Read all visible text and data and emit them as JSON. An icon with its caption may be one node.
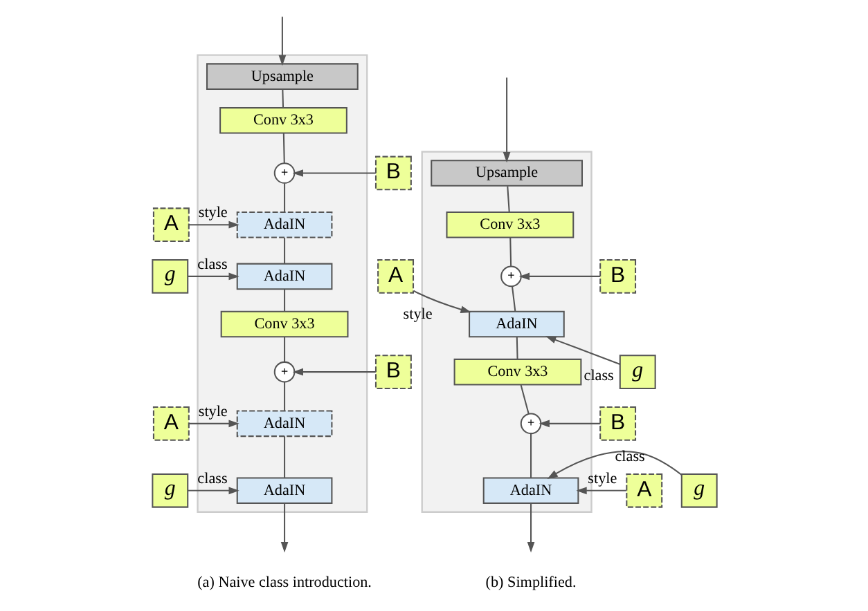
{
  "diagram": {
    "nodes": [
      {
        "text": [],
        "shape": "box"
      },
      {
        "text": [
          "Upsample"
        ],
        "in": 0
      },
      {
        "text": [
          "Conv 3x3"
        ],
        "in": 0
      },
      {
        "text": [
          "+"
        ],
        "in": 0
      },
      {
        "text": [
          "AdaIN"
        ],
        "in": 0
      },
      {
        "text": [
          "AdaIN"
        ],
        "in": 0
      },
      {
        "text": [
          "Conv 3x3"
        ],
        "in": 0
      },
      {
        "text": [
          "+"
        ],
        "in": 0
      },
      {
        "text": [
          "AdaIN"
        ],
        "in": 0
      },
      {
        "text": [
          "AdaIN"
        ],
        "in": 0
      },
      {
        "text": [
          "B"
        ]
      },
      {
        "text": [
          "A"
        ]
      },
      {
        "text": [
          "g"
        ]
      },
      {
        "text": [
          "B"
        ]
      },
      {
        "text": [
          "A"
        ]
      },
      {
        "text": [
          "g"
        ]
      },
      {
        "text": [],
        "shape": "box"
      },
      {
        "text": [
          "Upsample"
        ],
        "in": 16
      },
      {
        "text": [
          "Conv 3x3"
        ],
        "in": 16
      },
      {
        "text": [
          "+"
        ],
        "in": 16
      },
      {
        "text": [
          "AdaIN"
        ],
        "in": 16
      },
      {
        "text": [
          "Conv 3x3"
        ],
        "in": 16
      },
      {
        "text": [
          "+"
        ],
        "in": 16
      },
      {
        "text": [
          "AdaIN"
        ],
        "in": 16
      },
      {
        "text": [
          "B"
        ]
      },
      {
        "text": [
          "A"
        ]
      },
      {
        "text": [
          "g"
        ]
      },
      {
        "text": [
          "B"
        ]
      },
      {
        "text": [
          "A"
        ]
      },
      {
        "text": [
          "g"
        ]
      }
    ],
    "edges": [
      {
        "from": null,
        "to": 1,
        "arrow": "to"
      },
      {
        "from": 1,
        "to": 2,
        "arrow": "none"
      },
      {
        "from": 2,
        "to": 3,
        "arrow": "none"
      },
      {
        "from": 3,
        "to": 4,
        "arrow": "none"
      },
      {
        "from": 4,
        "to": 5,
        "arrow": "none"
      },
      {
        "from": 5,
        "to": 6,
        "arrow": "none"
      },
      {
        "from": 6,
        "to": 7,
        "arrow": "none"
      },
      {
        "from": 7,
        "to": 8,
        "arrow": "none"
      },
      {
        "from": 8,
        "to": 9,
        "arrow": "none"
      },
      {
        "from": 9,
        "to": null,
        "arrow": "to"
      },
      {
        "from": 10,
        "to": 3,
        "arrow": "to"
      },
      {
        "from": 11,
        "to": 4,
        "arrow": "to",
        "label": "style"
      },
      {
        "from": 12,
        "to": 5,
        "arrow": "to",
        "label": "class"
      },
      {
        "from": 13,
        "to": 7,
        "arrow": "to"
      },
      {
        "from": 14,
        "to": 8,
        "arrow": "to",
        "label": "style"
      },
      {
        "from": 15,
        "to": 9,
        "arrow": "to",
        "label": "class"
      },
      {
        "from": null,
        "to": 17,
        "arrow": "to"
      },
      {
        "from": 17,
        "to": 18,
        "arrow": "none"
      },
      {
        "from": 18,
        "to": 19,
        "arrow": "none"
      },
      {
        "from": 19,
        "to": 20,
        "arrow": "none"
      },
      {
        "from": 20,
        "to": 21,
        "arrow": "none"
      },
      {
        "from": 21,
        "to": 22,
        "arrow": "none"
      },
      {
        "from": 22,
        "to": 23,
        "arrow": "none"
      },
      {
        "from": 23,
        "to": null,
        "arrow": "to"
      },
      {
        "from": 24,
        "to": 19,
        "arrow": "to"
      },
      {
        "from": 25,
        "to": 20,
        "arrow": "to",
        "label": "style"
      },
      {
        "from": 26,
        "to": 20,
        "arrow": "to",
        "label": "class"
      },
      {
        "from": 27,
        "to": 22,
        "arrow": "to"
      },
      {
        "from": 28,
        "to": 23,
        "arrow": "to",
        "label": "style"
      },
      {
        "from": 29,
        "to": 23,
        "arrow": "to",
        "label": "class"
      }
    ],
    "labels": [
      "(a) Naive class introduction.",
      "(b) Simplified."
    ]
  }
}
